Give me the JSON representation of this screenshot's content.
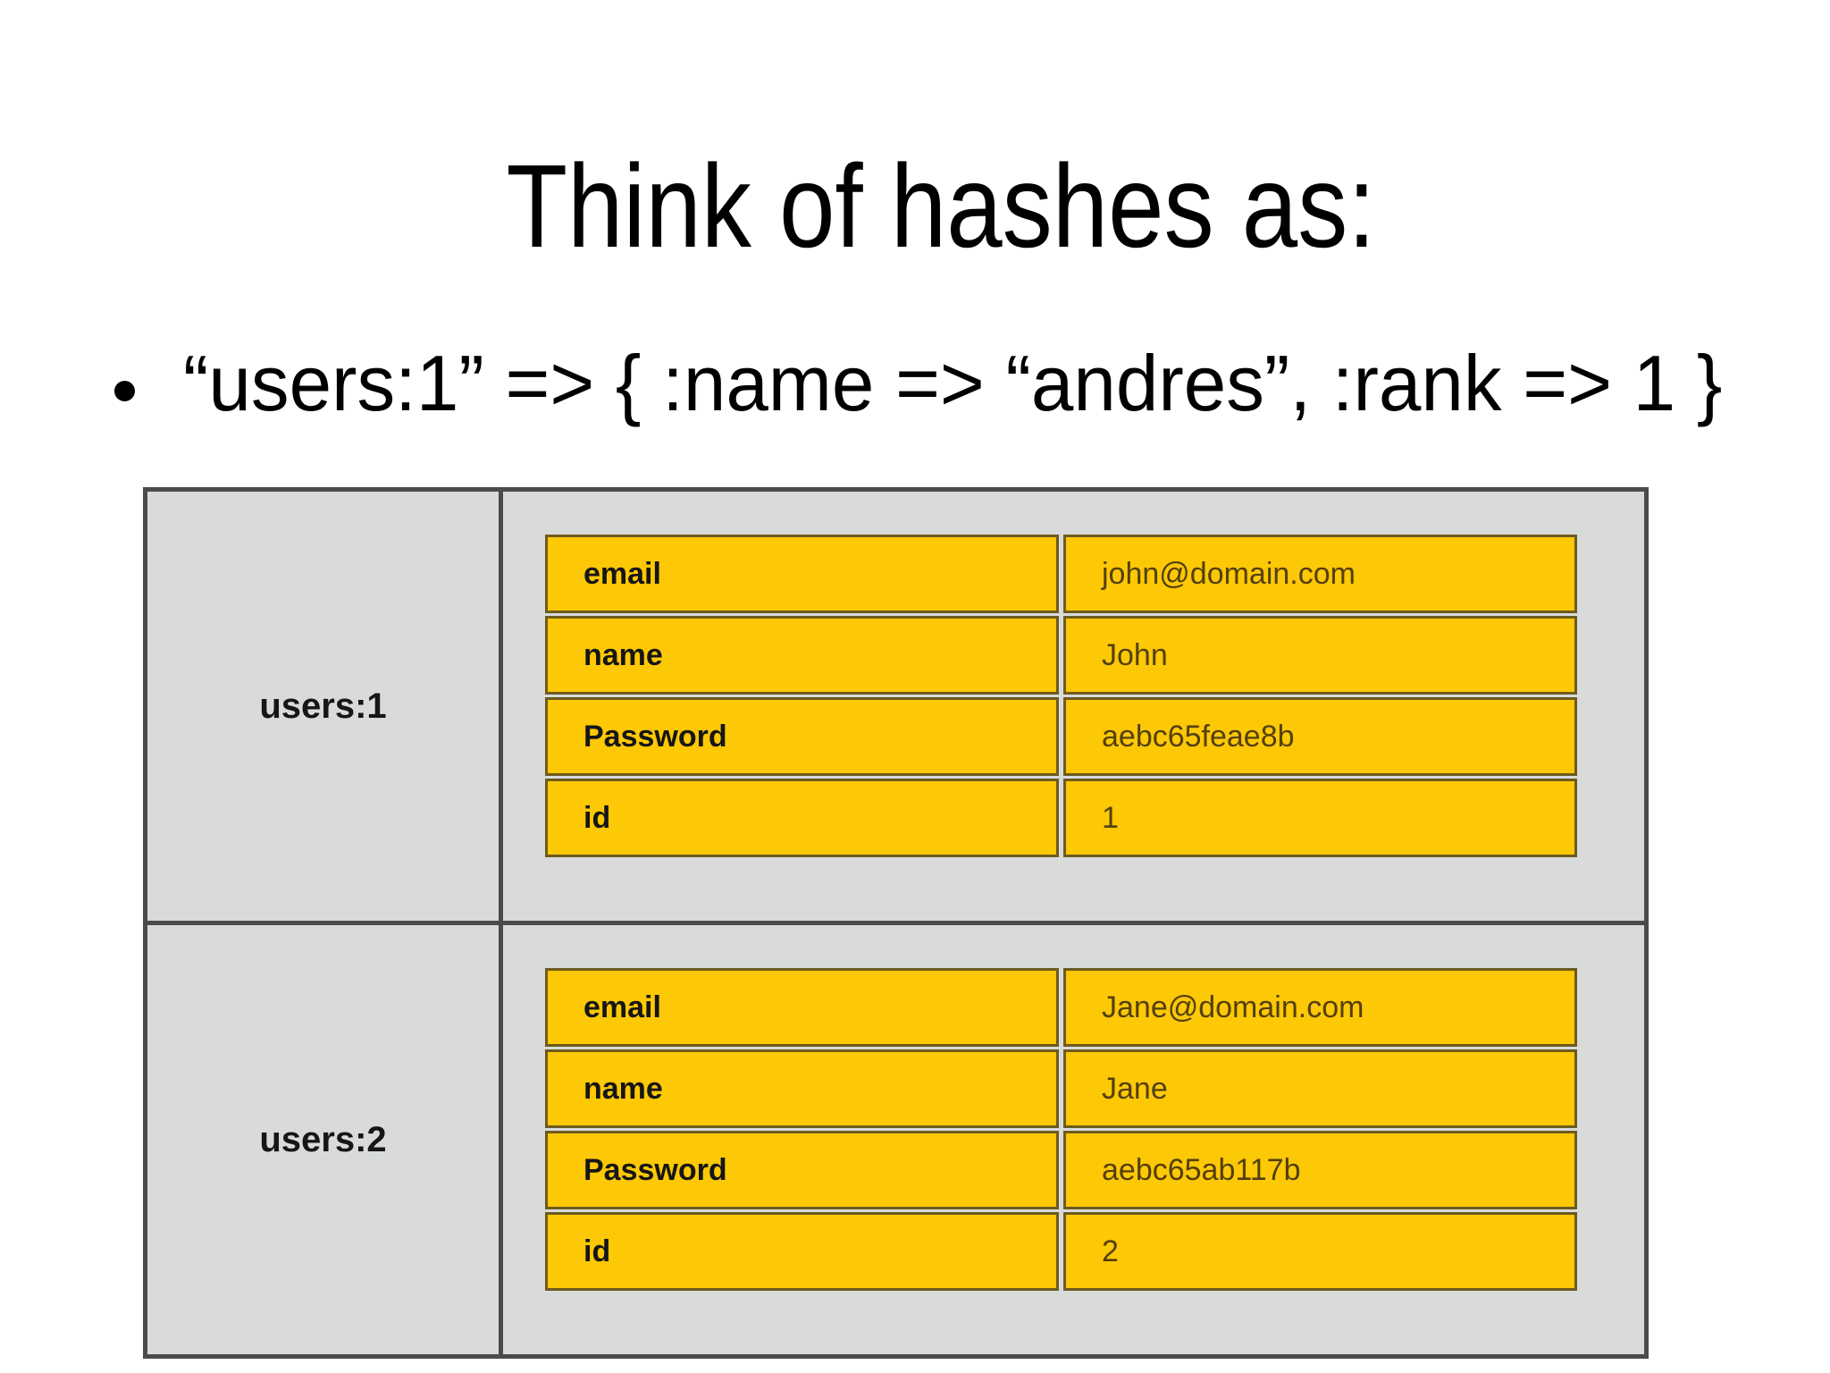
{
  "slide": {
    "title": "Think of hashes as:",
    "bullet": "“users:1” => { :name => “andres”, :rank => 1 }"
  },
  "diagram": {
    "tables": [
      {
        "label": "users:1",
        "rows": [
          {
            "key": "email",
            "value": "john@domain.com"
          },
          {
            "key": "name",
            "value": "John"
          },
          {
            "key": "Password",
            "value": "aebc65feae8b"
          },
          {
            "key": "id",
            "value": "1"
          }
        ]
      },
      {
        "label": "users:2",
        "rows": [
          {
            "key": "email",
            "value": "Jane@domain.com"
          },
          {
            "key": "name",
            "value": "Jane"
          },
          {
            "key": "Password",
            "value": "aebc65ab117b"
          },
          {
            "key": "id",
            "value": "2"
          }
        ]
      }
    ]
  },
  "colors": {
    "page_bg": "#ffffff",
    "text": "#000000",
    "container_bg": "#d8dbda",
    "container_border": "#4a4c4c",
    "cell_bg": "#fdc805",
    "cell_border": "#6e5a1e",
    "key_text": "#161616",
    "value_text": "#54400c"
  }
}
